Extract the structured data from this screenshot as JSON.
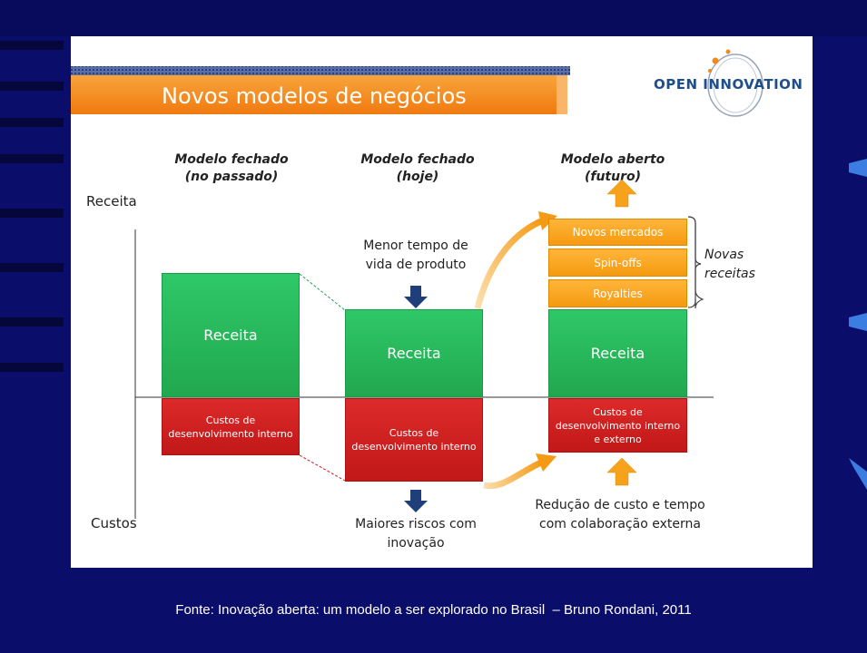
{
  "slide": {
    "title": "Novos modelos de negócios",
    "logo_text": "OPEN INNOVATION"
  },
  "axis": {
    "top_label": "Receita",
    "bottom_label": "Custos"
  },
  "columns": [
    {
      "heading": "Modelo fechado\n(no passado)",
      "revenue": "Receita",
      "costs": "Custos de\ndesenvolvimento interno"
    },
    {
      "heading": "Modelo fechado\n(hoje)",
      "revenue": "Receita",
      "costs": "Custos de\ndesenvolvimento interno",
      "note_top": "Menor tempo de\nvida de produto",
      "note_bottom": "Maiores riscos com\ninovação"
    },
    {
      "heading": "Modelo aberto\n(futuro)",
      "revenue": "Receita",
      "costs": "Custos de\ndesenvolvimento interno\ne externo",
      "extra_revenues": [
        "Novos mercados",
        "Spin-offs",
        "Royalties"
      ],
      "bracket_label": "Novas\nreceitas",
      "note_bottom": "Redução de custo e tempo\ncom colaboração externa"
    }
  ],
  "caption": "Fonte: Inovação aberta: um modelo a ser explorado no Brasil  – Bruno Rondani, 2011",
  "colors": {
    "background": "#0a0e6a",
    "green": "#27b85a",
    "red": "#c91c1c",
    "orange": "#f7a21c",
    "arrow_blue": "#1f3f7a",
    "title_band": "#f58a1f"
  }
}
